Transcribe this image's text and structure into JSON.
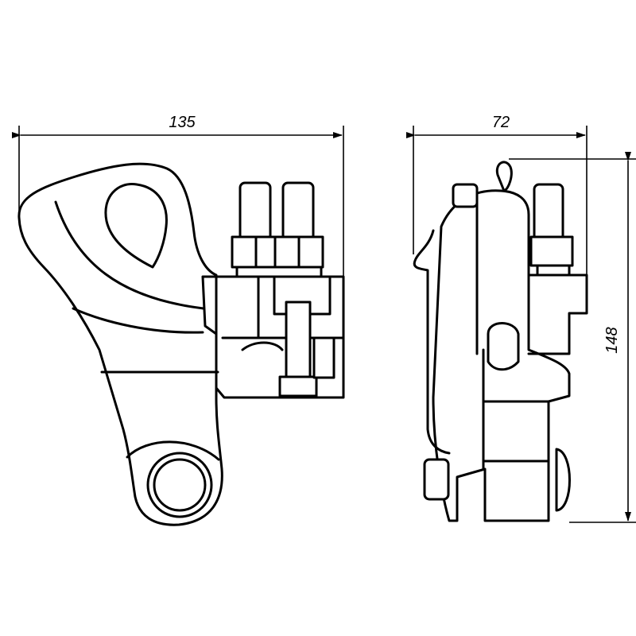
{
  "dimensions": {
    "front_width": "135",
    "side_width": "72",
    "height": "148"
  }
}
